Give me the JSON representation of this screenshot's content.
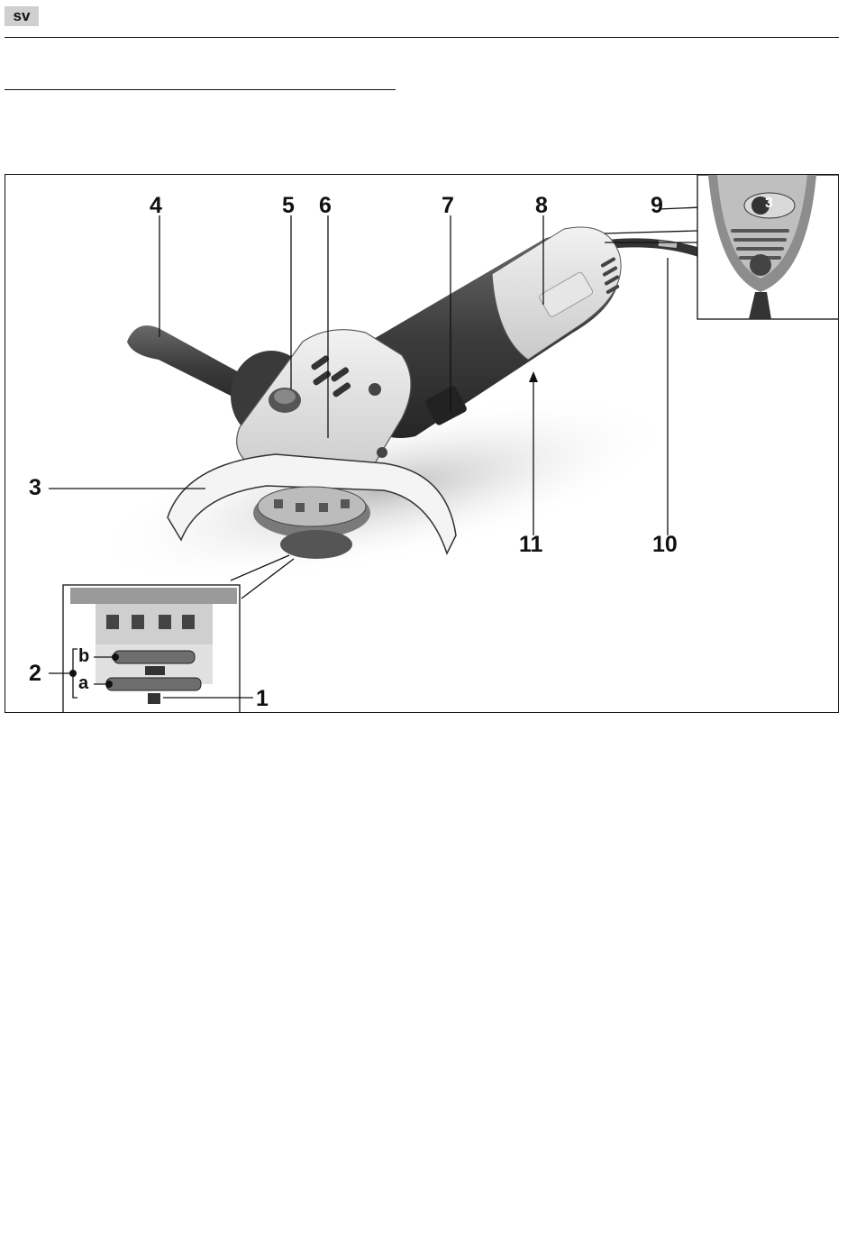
{
  "header": {
    "language_code": "sv"
  },
  "figure": {
    "callouts": {
      "c1": "1",
      "c2": "2",
      "c3": "3",
      "c4": "4",
      "c5": "5",
      "c6": "6",
      "c7": "7",
      "c8": "8",
      "c9": "9",
      "c10": "10",
      "c11": "11",
      "ca": "a",
      "cb": "b"
    },
    "speed_dial_value": "3"
  }
}
